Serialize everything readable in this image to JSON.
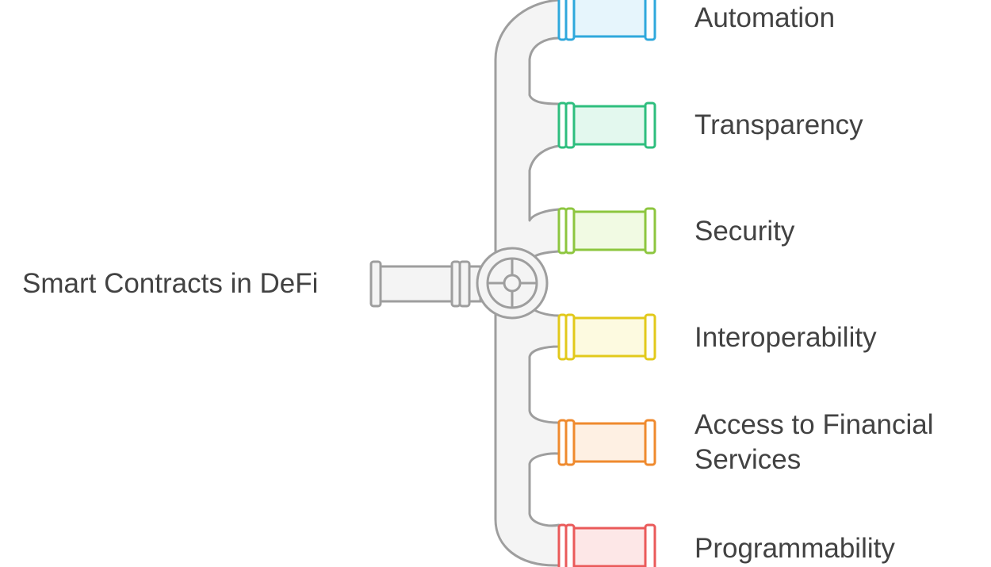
{
  "diagram": {
    "source": {
      "label": "Smart Contracts in DeFi"
    },
    "branches": [
      {
        "label": "Automation",
        "color": "#2FA8DC",
        "fill": "#E6F5FC"
      },
      {
        "label": "Transparency",
        "color": "#2EBE7E",
        "fill": "#E3F8EE"
      },
      {
        "label": "Security",
        "color": "#8DC63F",
        "fill": "#F1FAE3"
      },
      {
        "label": "Interoperability",
        "color": "#E2C91B",
        "fill": "#FDFAE0"
      },
      {
        "label": "Access to Financial\nServices",
        "color": "#EF8A2E",
        "fill": "#FEF0E3"
      },
      {
        "label": "Programmability",
        "color": "#EA5A5A",
        "fill": "#FDE7E7"
      }
    ],
    "pipe_color": "#9E9E9E",
    "pipe_fill": "#F4F4F4"
  }
}
